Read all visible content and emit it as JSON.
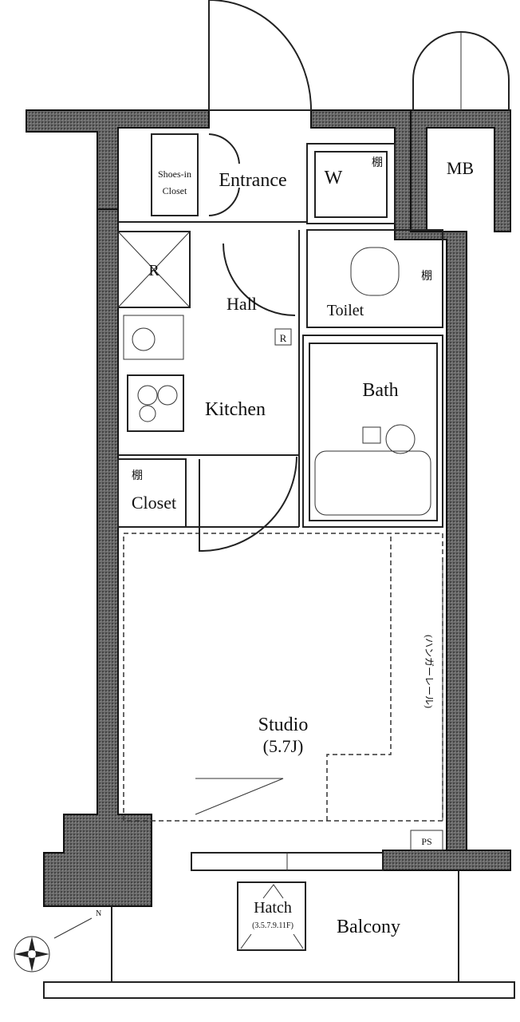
{
  "rooms": {
    "shoes_closet": [
      "Shoes-in",
      "Closet"
    ],
    "entrance": "Entrance",
    "washer": "W",
    "shelf": "棚",
    "meter_box": "MB",
    "refrigerator": "R",
    "hall": "Hall",
    "toilet": "Toilet",
    "kitchen": "Kitchen",
    "bath": "Bath",
    "closet": "Closet",
    "studio": "Studio",
    "studio_size": "(5.7J)",
    "hanger_rail": "(ハンガーレール)",
    "pipe_space": "PS",
    "hatch": "Hatch",
    "hatch_floors": "(3.5.7.9.11F)",
    "balcony": "Balcony"
  },
  "compass": {
    "north": "N"
  }
}
